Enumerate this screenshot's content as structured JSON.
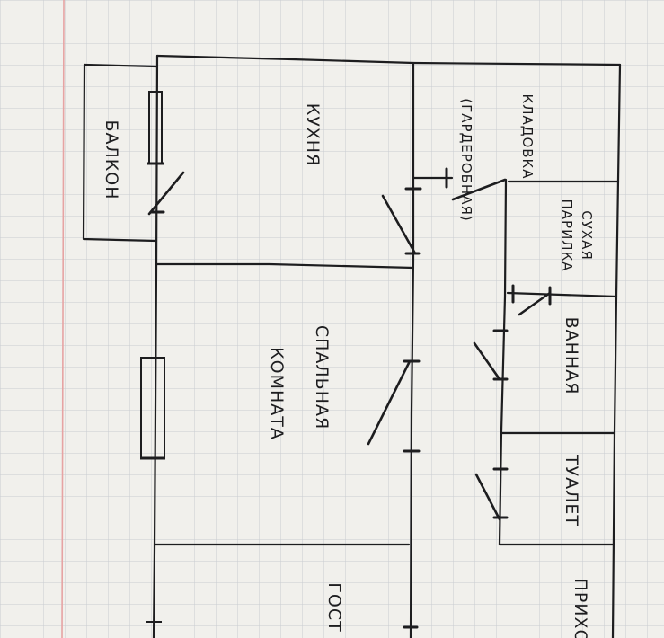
{
  "rooms": {
    "balcony": "БАЛКОН",
    "kitchen": "КУХНЯ",
    "pantry": "КЛАДОВКА",
    "pantry_note": "(ГАРДЕРОБНАЯ)",
    "sauna_line1": "СУХАЯ",
    "sauna_line2": "ПАРИЛКА",
    "bedroom_line1": "СПАЛЬНАЯ",
    "bedroom_line2": "КОМНАТА",
    "bathroom": "ВАННАЯ",
    "toilet": "ТУАЛЕТ",
    "living": "ГОСТ",
    "hallway": "ПРИХО"
  },
  "colors": {
    "paper": "#f1f0ec",
    "grid": "#c9ccd1",
    "margin": "#e6a3a3",
    "ink": "#1d1d1f"
  }
}
